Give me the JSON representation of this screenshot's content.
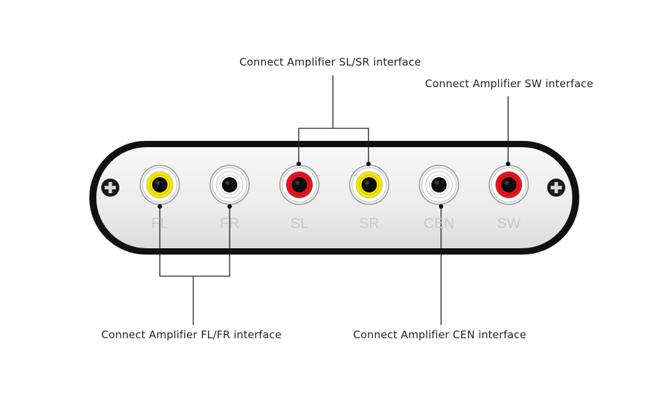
{
  "callouts": {
    "sl_sr": "Connect Amplifier SL/SR interface",
    "sw": "Connect Amplifier SW interface",
    "fl_fr": "Connect Amplifier FL/FR interface",
    "cen": "Connect Amplifier CEN interface"
  },
  "jacks": [
    {
      "label": "FL",
      "color": "#f5e800"
    },
    {
      "label": "FR",
      "color": "#ffffff"
    },
    {
      "label": "SL",
      "color": "#e8141e"
    },
    {
      "label": "SR",
      "color": "#f5e800"
    },
    {
      "label": "CEN",
      "color": "#ffffff"
    },
    {
      "label": "SW",
      "color": "#e8141e"
    }
  ],
  "colors": {
    "panel_border": "#111111",
    "connector_line": "#1a1a1a"
  },
  "icons": [
    "screw-icon",
    "screw-icon"
  ]
}
